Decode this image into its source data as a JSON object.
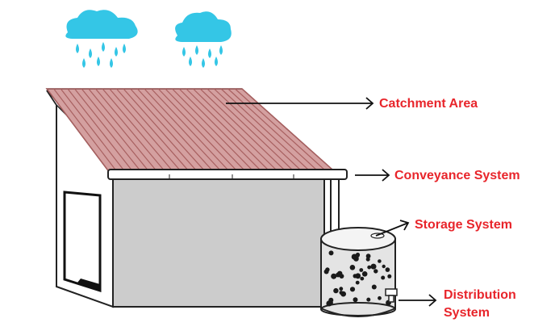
{
  "labels": {
    "catchment": "Catchment Area",
    "conveyance": "Conveyance System",
    "storage": "Storage System",
    "distribution_line1": "Distribution",
    "distribution_line2": "System"
  },
  "colors": {
    "label": "#e8252b",
    "cloud": "#34c6e6",
    "raindrop": "#34c6e6",
    "roof": "#d4a0a0",
    "roof_stripe": "#a86060",
    "wall": "#cccccc",
    "tank": "#e4e4e4",
    "tank_dot": "#1a1a1a",
    "outline": "#222222"
  },
  "icons": [
    "cloud-icon",
    "raindrop-icon",
    "arrow-right-icon"
  ]
}
